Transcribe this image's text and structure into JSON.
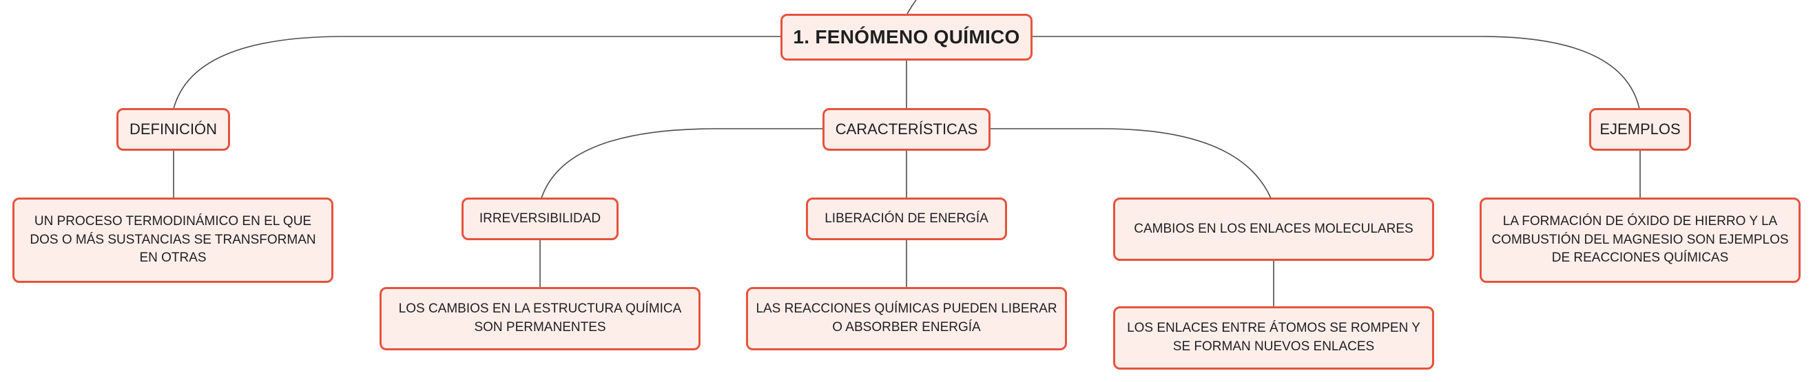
{
  "root": {
    "title": "1. FENÓMENO QUÍMICO"
  },
  "branches": {
    "definicion": {
      "label": "DEFINICIÓN",
      "text": "UN PROCESO TERMODINÁMICO EN EL QUE DOS O MÁS SUSTANCIAS SE TRANSFORMAN EN OTRAS"
    },
    "caracteristicas": {
      "label": "CARACTERÍSTICAS",
      "items": [
        {
          "label": "IRREVERSIBILIDAD",
          "detail": "LOS CAMBIOS EN LA ESTRUCTURA QUÍMICA SON PERMANENTES"
        },
        {
          "label": "LIBERACIÓN DE ENERGÍA",
          "detail": "LAS REACCIONES QUÍMICAS PUEDEN LIBERAR O ABSORBER ENERGÍA"
        },
        {
          "label": "CAMBIOS EN LOS ENLACES MOLECULARES",
          "detail": "LOS ENLACES ENTRE ÁTOMOS SE ROMPEN Y SE FORMAN NUEVOS ENLACES"
        }
      ]
    },
    "ejemplos": {
      "label": "EJEMPLOS",
      "text": "LA FORMACIÓN DE ÓXIDO DE HIERRO Y LA COMBUSTIÓN DEL MAGNESIO SON EJEMPLOS DE REACCIONES QUÍMICAS"
    }
  },
  "colors": {
    "border": "#e5533d",
    "fill": "#fdeeea",
    "connector": "#4d4d4d"
  }
}
